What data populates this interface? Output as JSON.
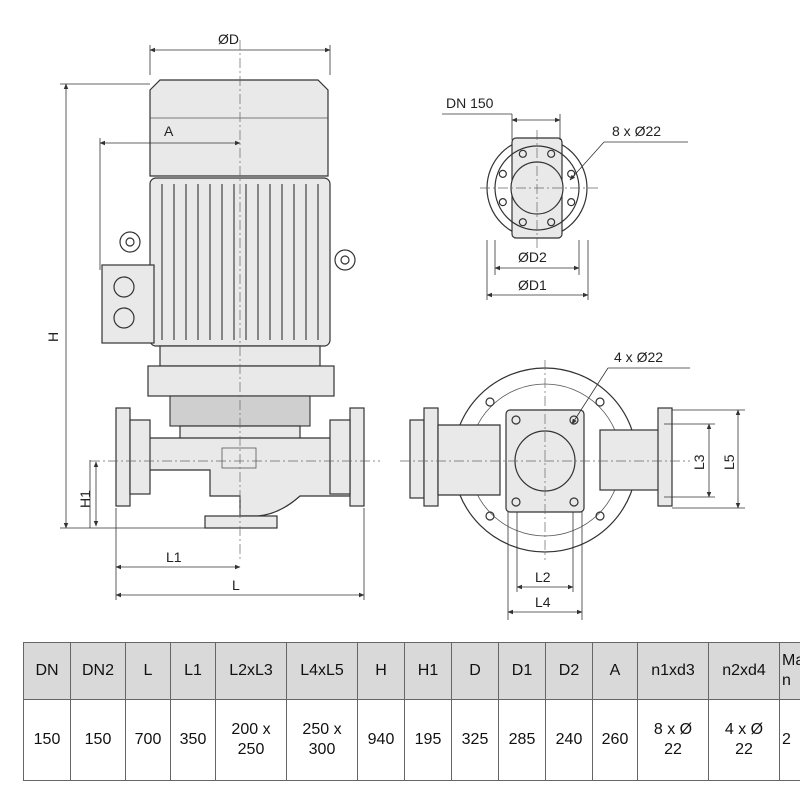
{
  "labels": {
    "motor_diameter": "ØD",
    "a": "A",
    "height": "H",
    "h1": "H1",
    "l1": "L1",
    "l": "L",
    "dn": "DN 150",
    "bolts_top": "8 x Ø22",
    "d2": "ØD2",
    "d1": "ØD1",
    "bolts_bottom": "4 x Ø22",
    "l2": "L2",
    "l4": "L4",
    "l3": "L3",
    "l5": "L5"
  },
  "table": {
    "headers": [
      "DN",
      "DN2",
      "L",
      "L1",
      "L2xL3",
      "L4xL5",
      "H",
      "H1",
      "D",
      "D1",
      "D2",
      "A",
      "n1xd3",
      "n2xd4",
      "Ma\nn"
    ],
    "row": [
      "150",
      "150",
      "700",
      "350",
      "200 x\n250",
      "250 x\n300",
      "940",
      "195",
      "325",
      "285",
      "240",
      "260",
      "8 x Ø\n22",
      "4 x Ø\n22",
      "2"
    ]
  }
}
